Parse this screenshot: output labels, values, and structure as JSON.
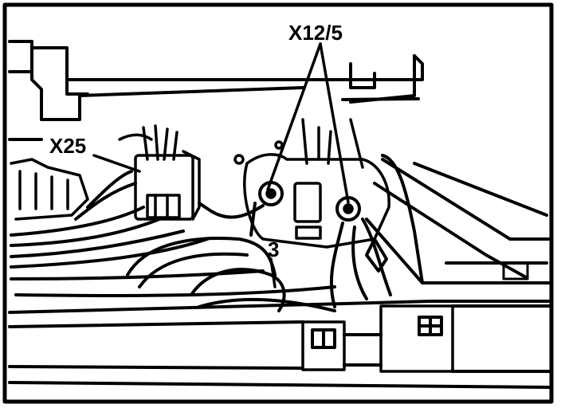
{
  "diagram": {
    "callouts": {
      "x12_5": "X12/5",
      "x25": "X25",
      "wiring": "3"
    },
    "colors": {
      "ink": "#000000",
      "paper": "#ffffff"
    }
  }
}
